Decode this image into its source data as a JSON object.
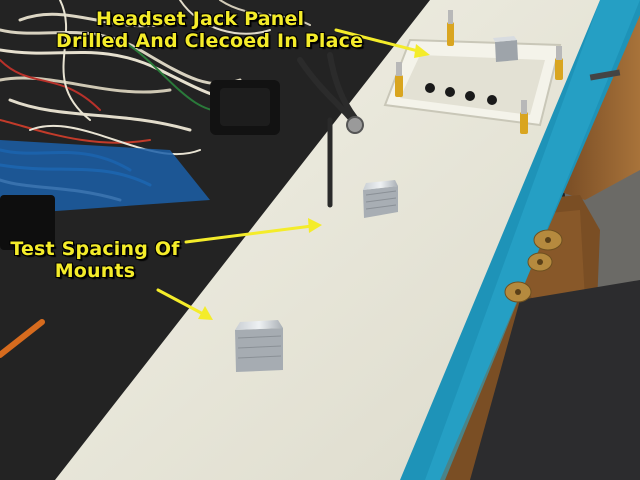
{
  "annotations": {
    "headset_panel": {
      "line1": "Headset Jack Panel",
      "line2": "Drilled And Clecoed In Place"
    },
    "spacing": {
      "line1": "Test Spacing Of",
      "line2": "Mounts"
    }
  },
  "colors": {
    "caption_text": "#f4ec2a",
    "arrow": "#f4ec2a",
    "panel_white": "#ecebe0",
    "rail_blue": "#1e93b8",
    "workbench": "#242424",
    "wood": "#8a5a2a"
  }
}
